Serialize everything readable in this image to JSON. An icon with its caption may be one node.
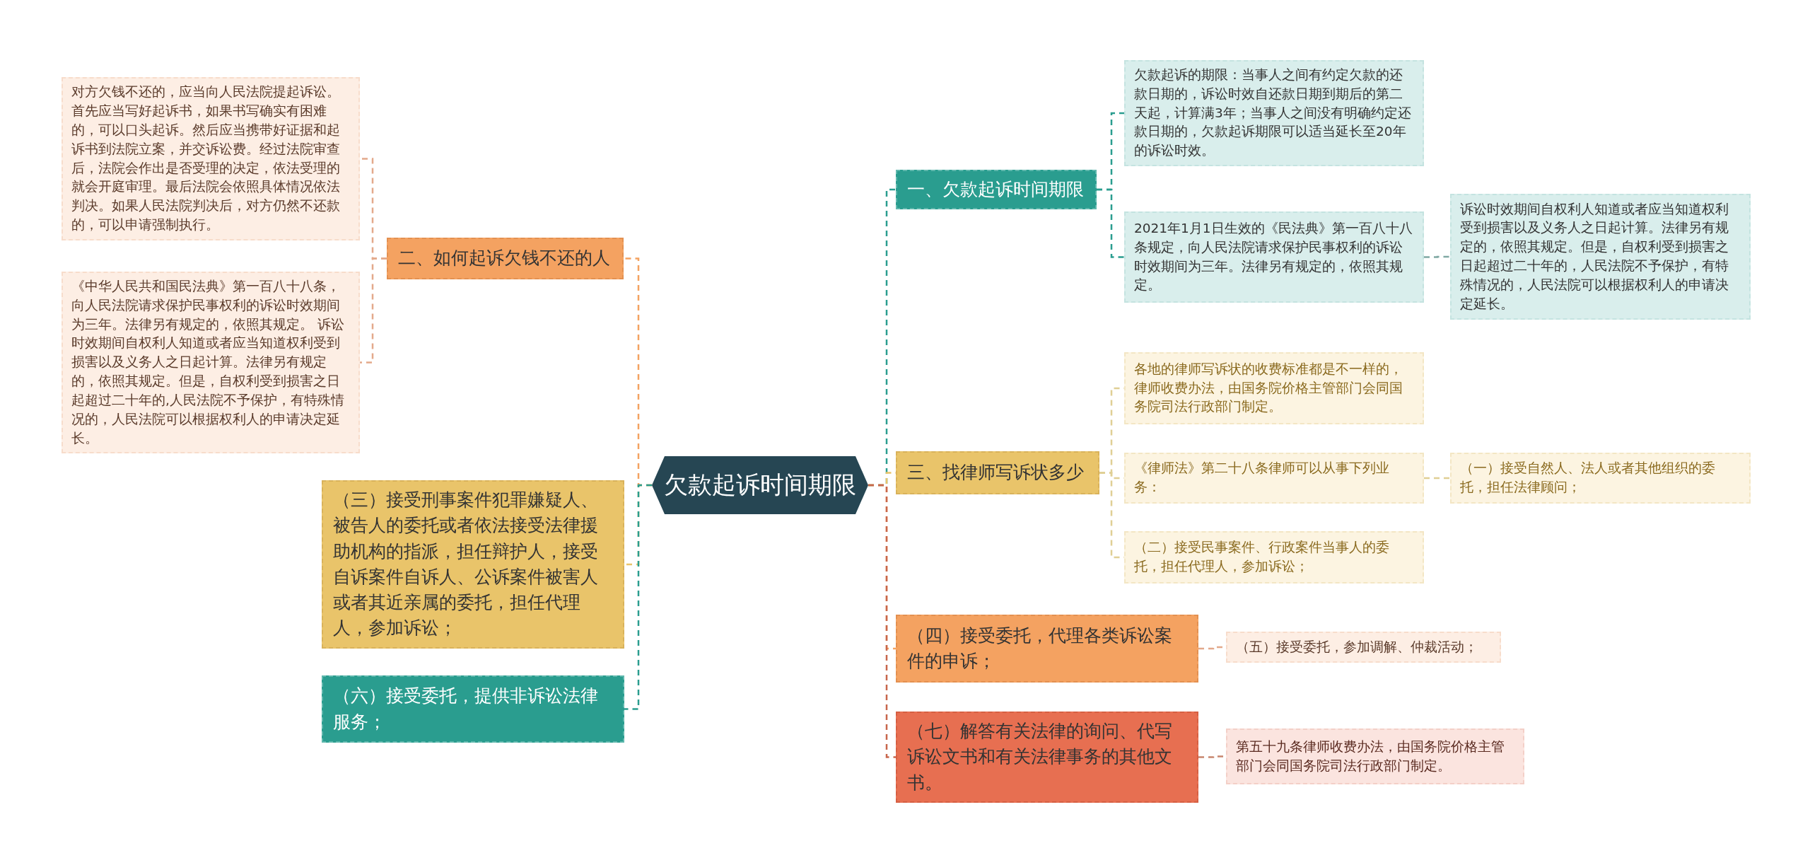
{
  "diagram": {
    "nodes": [
      {
        "text": [
          "欠款起诉时间期限"
        ]
      },
      {
        "text": [
          "一、欠款起诉时间期限"
        ]
      },
      {
        "text": [
          "欠款起诉的期限：当事人之间有约定欠款的还款日期的，诉讼时效自还款日期到期后的第二天起，计算满3年；当事人之间没有明确约定还款日期的，欠款起诉期限可以适当延长至20年的诉讼时效。"
        ]
      },
      {
        "text": [
          "2021年1月1日生效的《民法典》第一百八十八条规定，向人民法院请求保护民事权利的诉讼时效期间为三年。法律另有规定的，依照其规定。"
        ]
      },
      {
        "text": [
          "诉讼时效期间自权利人知道或者应当知道权利受到损害以及义务人之日起计算。法律另有规定的，依照其规定。但是，自权利受到损害之日起超过二十年的，人民法院不予保护，有特殊情况的，人民法院可以根据权利人的申请决定延长。"
        ]
      },
      {
        "text": [
          "三、找律师写诉状多少"
        ]
      },
      {
        "text": [
          "各地的律师写诉状的收费标准都是不一样的，律师收费办法，由国务院价格主管部门会同国务院司法行政部门制定。"
        ]
      },
      {
        "text": [
          "《律师法》第二十八条律师可以从事下列业务："
        ]
      },
      {
        "text": [
          "（一）接受自然人、法人或者其他组织的委托，担任法律顾问；"
        ]
      },
      {
        "text": [
          "（二）接受民事案件、行政案件当事人的委托，担任代理人，参加诉讼；"
        ]
      },
      {
        "text": [
          "（四）接受委托，代理各类诉讼案件的申诉；"
        ]
      },
      {
        "text": [
          "（五）接受委托，参加调解、仲裁活动；"
        ]
      },
      {
        "text": [
          "（七）解答有关法律的询问、代写诉讼文书和有关法律事务的其他文书。"
        ]
      },
      {
        "text": [
          "第五十九条律师收费办法，由国务院价格主管部门会同国务院司法行政部门制定。"
        ]
      },
      {
        "text": [
          "二、如何起诉欠钱不还的人"
        ]
      },
      {
        "text": [
          "对方欠钱不还的，应当向人民法院提起诉讼。首先应当写好起诉书，如果书写确实有困难的，可以口头起诉。然后应当携带好证据和起诉书到法院立案，并交诉讼费。经过法院审查后，法院会作出是否受理的决定，依法受理的就会开庭审理。最后法院会依照具体情况依法判决。如果人民法院判决后，对方仍然不还款的，可以申请强制执行。"
        ]
      },
      {
        "text": [
          "《中华人民共和国民法典》第一百八十八条，向人民法院请求保护民事权利的诉讼时效期间为三年。法律另有规定的，依照其规定。 诉讼时效期间自权利人知道或者应当知道权利受到损害以及义务人之日起计算。法律另有规定的，依照其规定。但是，自权利受到损害之日起超过二十年的,人民法院不予保护，有特殊情况的，人民法院可以根据权利人的申请决定延长。"
        ]
      },
      {
        "text": [
          "（三）接受刑事案件犯罪嫌疑人、被告人的委托或者依法接受法律援助机构的指派，担任辩护人，接受自诉案件自诉人、公诉案件被害人或者其近亲属的委托，担任代理人，参加诉讼；"
        ]
      },
      {
        "text": [
          "（六）接受委托，提供非诉讼法律服务；"
        ]
      }
    ],
    "edges": [
      {
        "from": 0,
        "to": 1,
        "arrow": "none",
        "style": "dashed",
        "color": "#2a9d8f"
      },
      {
        "from": 0,
        "to": 5,
        "arrow": "none",
        "style": "dashed",
        "color": "#e9c46a"
      },
      {
        "from": 0,
        "to": 10,
        "arrow": "none",
        "style": "dashed",
        "color": "#f4a261"
      },
      {
        "from": 0,
        "to": 12,
        "arrow": "none",
        "style": "dashed",
        "color": "#c8664b"
      },
      {
        "from": 0,
        "to": 14,
        "arrow": "none",
        "style": "dashed",
        "color": "#f4a261"
      },
      {
        "from": 0,
        "to": 17,
        "arrow": "none",
        "style": "dashed",
        "color": "#e9c46a"
      },
      {
        "from": 0,
        "to": 18,
        "arrow": "none",
        "style": "dashed",
        "color": "#2a9d8f"
      },
      {
        "from": 1,
        "to": 2,
        "arrow": "none",
        "style": "dashed",
        "color": "#2a9d8f"
      },
      {
        "from": 1,
        "to": 3,
        "arrow": "none",
        "style": "dashed",
        "color": "#2a9d8f"
      },
      {
        "from": 3,
        "to": 4,
        "arrow": "none",
        "style": "dashed",
        "color": "#7fa8a3"
      },
      {
        "from": 5,
        "to": 6,
        "arrow": "none",
        "style": "dashed",
        "color": "#e0cf95"
      },
      {
        "from": 5,
        "to": 7,
        "arrow": "none",
        "style": "dashed",
        "color": "#e0cf95"
      },
      {
        "from": 5,
        "to": 9,
        "arrow": "none",
        "style": "dashed",
        "color": "#e0cf95"
      },
      {
        "from": 7,
        "to": 8,
        "arrow": "none",
        "style": "dashed",
        "color": "#e0cf95"
      },
      {
        "from": 10,
        "to": 11,
        "arrow": "none",
        "style": "dashed",
        "color": "#e3a98b"
      },
      {
        "from": 12,
        "to": 13,
        "arrow": "none",
        "style": "dashed",
        "color": "#c8866f"
      },
      {
        "from": 14,
        "to": 15,
        "arrow": "none",
        "style": "dashed",
        "color": "#e3a98b"
      },
      {
        "from": 14,
        "to": 16,
        "arrow": "none",
        "style": "dashed",
        "color": "#e3a98b"
      }
    ]
  }
}
